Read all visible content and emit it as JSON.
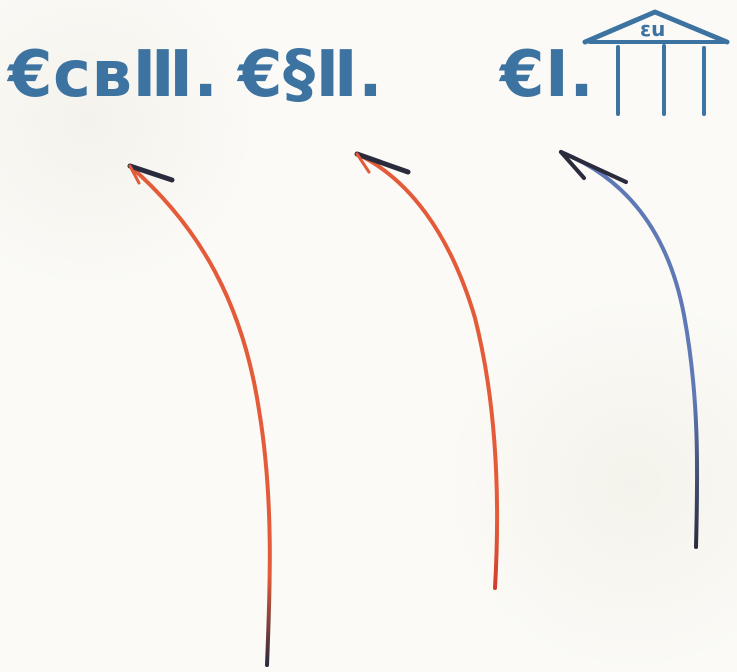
{
  "labels": {
    "left": "€cвⅢ.",
    "middle": "€§Ⅱ.",
    "right": "€Ⅰ.",
    "roof_text": "εu"
  },
  "icons": {
    "building": "building-icon"
  },
  "colors": {
    "label_blue": "#3d73a1",
    "arrow_red": "#e45b39",
    "arrow_dark": "#2b2b3e",
    "arrow_blue": "#5f79b6"
  }
}
